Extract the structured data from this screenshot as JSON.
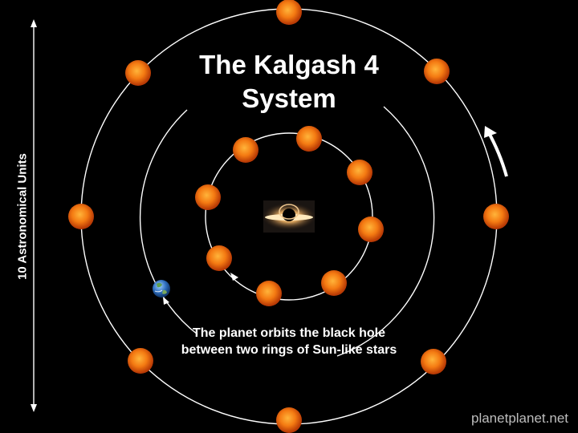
{
  "title_line1": "The Kalgash 4",
  "title_line2": "System",
  "caption_line1": "The planet orbits the black hole",
  "caption_line2": "between two rings of Sun-like stars",
  "scale_label": "10 Astronomical Units",
  "credit": "planetplanet.net",
  "icons": [
    "star-icon",
    "black-hole-icon",
    "planet-earth-icon",
    "arrow-icon"
  ],
  "colors": {
    "background": "#000000",
    "orbit": "#ffffff",
    "star": "#f47a12"
  }
}
